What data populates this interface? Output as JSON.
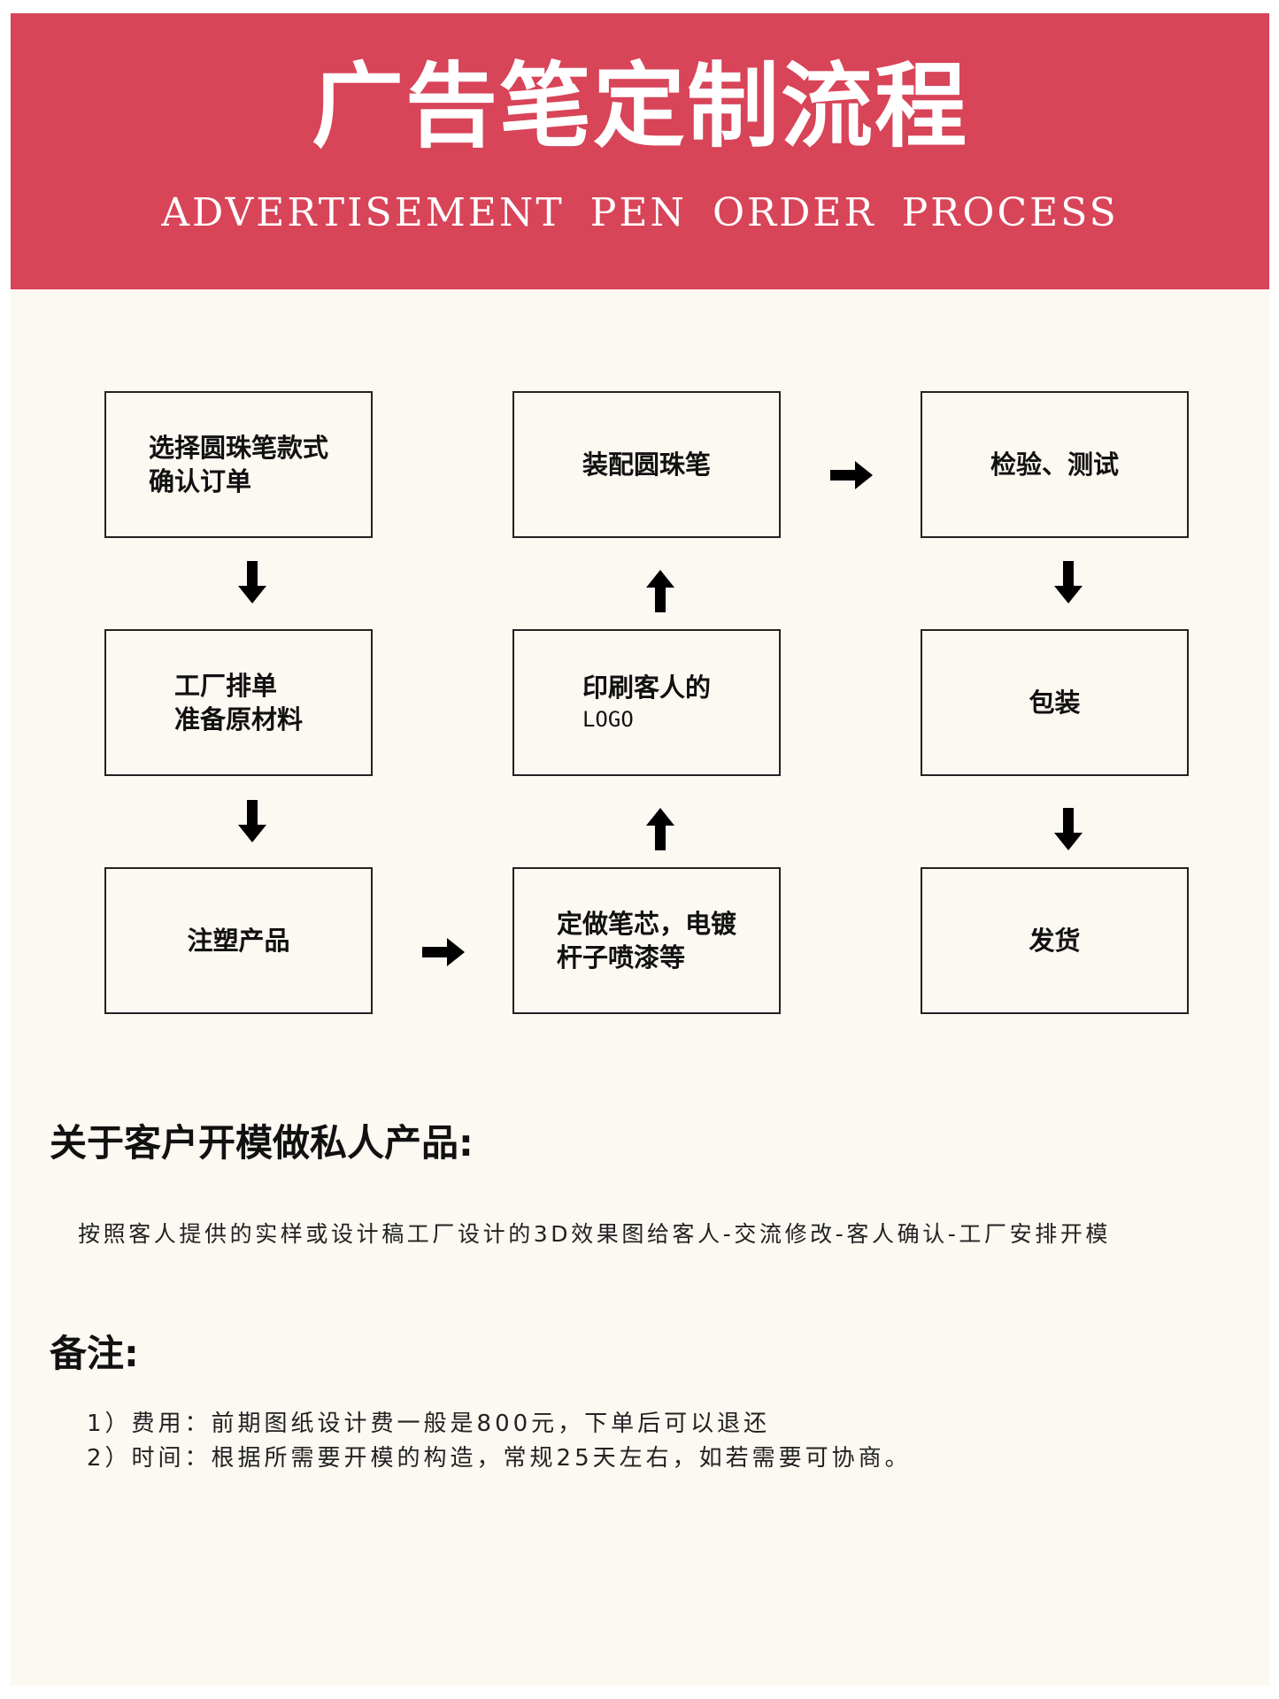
{
  "header": {
    "title": "广告笔定制流程",
    "subtitle": "ADVERTISEMENT PEN ORDER PROCESS"
  },
  "steps": {
    "select_style": "选择圆珠笔款式\n确认订单",
    "factory_schedule": "工厂排单\n准备原材料",
    "injection": "注塑产品",
    "refill_plating": "定做笔芯，电镀\n杆子喷漆等",
    "print_logo": "印刷客人的",
    "print_logo_sub": "LOGO",
    "assemble": "装配圆珠笔",
    "inspect": "检验、测试",
    "package": "包装",
    "ship": "发货"
  },
  "custom_mold": {
    "heading": "关于客户开模做私人产品:",
    "text": "按照客人提供的实样或设计稿工厂设计的3D效果图给客人-交流修改-客人确认-工厂安排开模"
  },
  "notes": {
    "heading": "备注:",
    "items": [
      "1）费用：前期图纸设计费一般是800元，下单后可以退还",
      "2）时间：根据所需要开模的构造，常规25天左右，如若需要可协商。"
    ]
  },
  "colors": {
    "banner": "#d84458",
    "page_background": "#fcf8f2",
    "text": "#111111"
  }
}
